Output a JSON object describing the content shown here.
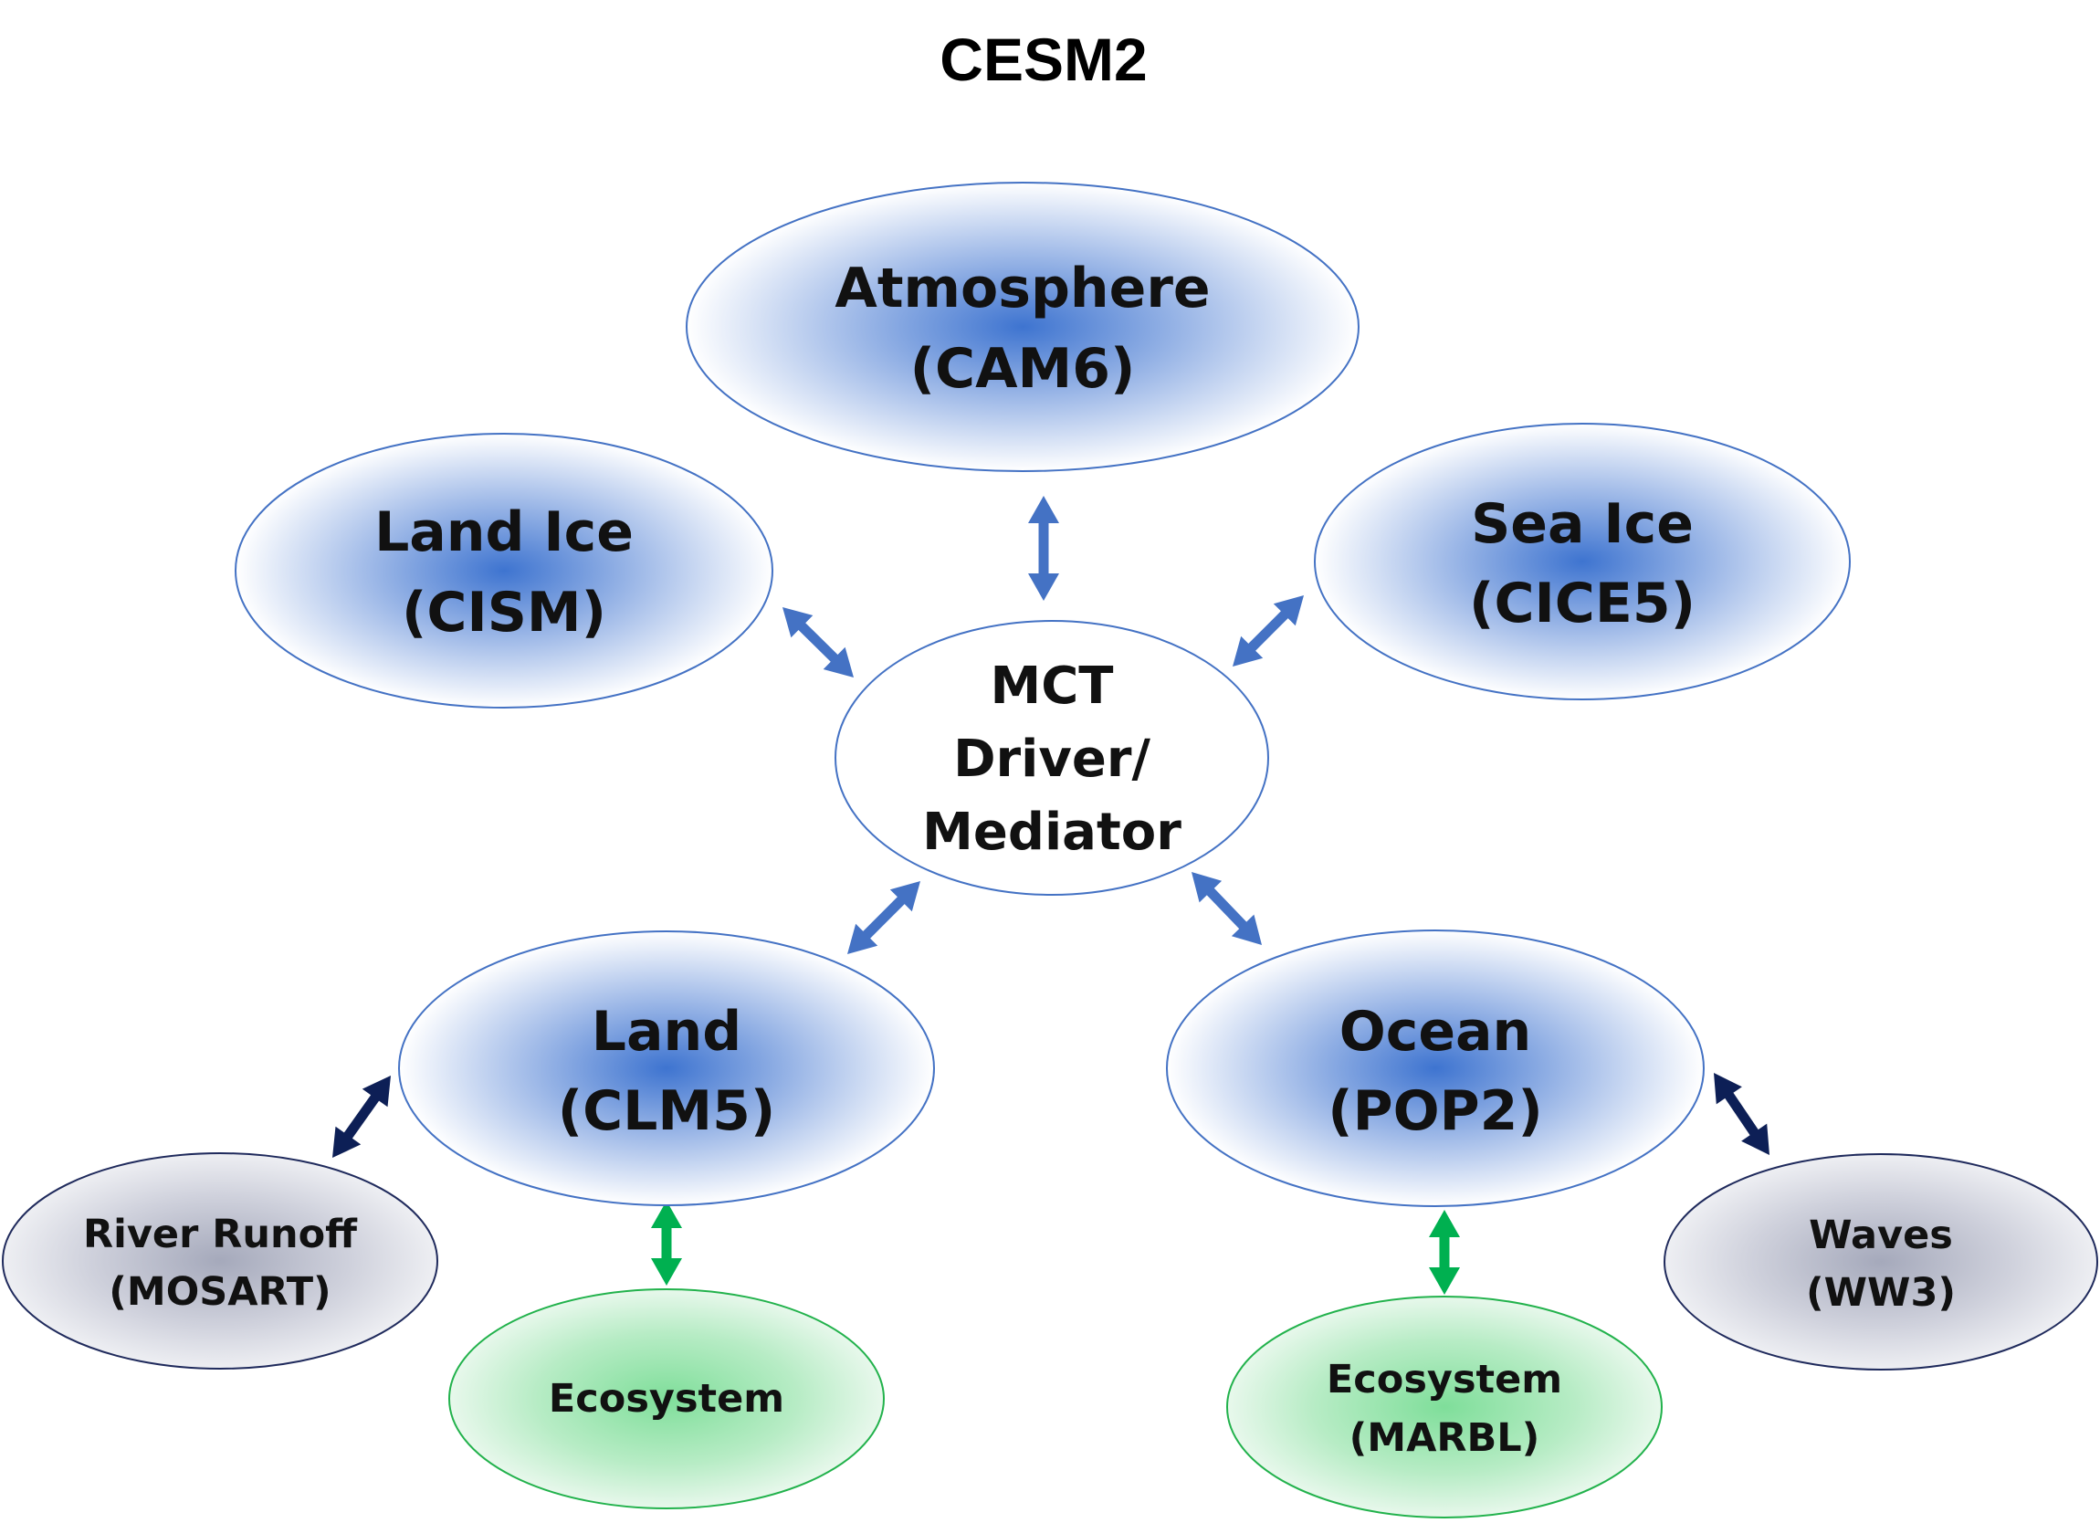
{
  "title": "CESM2",
  "colors": {
    "component_center": "#3e74d0",
    "component_edge": "#ffffff",
    "component_stroke": "#4472c4",
    "driver_stroke": "#4472c4",
    "gray_center": "#a5a9bb",
    "gray_edge": "#eeeff3",
    "gray_stroke": "#1f2a5c",
    "eco_center": "#7fde9a",
    "eco_edge": "#e8f8ec",
    "eco_stroke": "#22b24c",
    "arrow_blue": "#4472c4",
    "arrow_navy": "#0d1f56",
    "arrow_green": "#00b050"
  },
  "nodes": {
    "atmosphere": {
      "line1": "Atmosphere",
      "line2": "(CAM6)"
    },
    "land_ice": {
      "line1": "Land Ice",
      "line2": "(CISM)"
    },
    "sea_ice": {
      "line1": "Sea Ice",
      "line2": "(CICE5)"
    },
    "driver": {
      "line1": "MCT",
      "line2": "Driver/",
      "line3": "Mediator"
    },
    "land": {
      "line1": "Land",
      "line2": "(CLM5)"
    },
    "ocean": {
      "line1": "Ocean",
      "line2": "(POP2)"
    },
    "river": {
      "line1": "River Runoff",
      "line2": "(MOSART)"
    },
    "land_eco": {
      "line1": "Ecosystem"
    },
    "ocean_eco": {
      "line1": "Ecosystem",
      "line2": "(MARBL)"
    },
    "waves": {
      "line1": "Waves",
      "line2": "(WW3)"
    }
  },
  "connections": [
    {
      "from": "atmosphere",
      "to": "driver",
      "style": "blue"
    },
    {
      "from": "land_ice",
      "to": "driver",
      "style": "blue"
    },
    {
      "from": "sea_ice",
      "to": "driver",
      "style": "blue"
    },
    {
      "from": "land",
      "to": "driver",
      "style": "blue"
    },
    {
      "from": "ocean",
      "to": "driver",
      "style": "blue"
    },
    {
      "from": "land",
      "to": "river",
      "style": "navy"
    },
    {
      "from": "ocean",
      "to": "waves",
      "style": "navy"
    },
    {
      "from": "land",
      "to": "land_eco",
      "style": "green"
    },
    {
      "from": "ocean",
      "to": "ocean_eco",
      "style": "green"
    }
  ]
}
